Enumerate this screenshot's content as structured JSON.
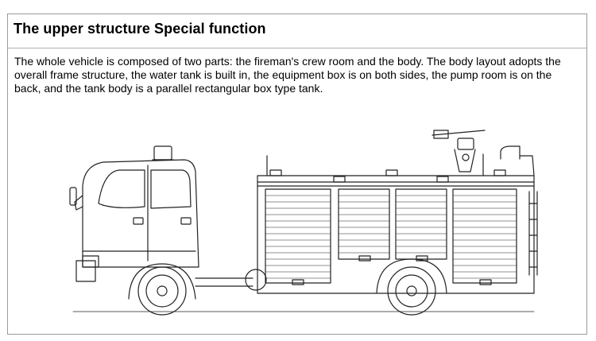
{
  "section": {
    "title": "The upper structure Special function",
    "description": "The whole vehicle is composed of two parts: the fireman's crew room and the body. The body layout adopts the overall frame structure, the water tank is built in, the equipment box is on both sides, the pump room is on the back, and the tank body is a parallel rectangular box type tank."
  },
  "figure": {
    "icon": "fire-truck-line-drawing",
    "stroke_color": "#222222"
  }
}
